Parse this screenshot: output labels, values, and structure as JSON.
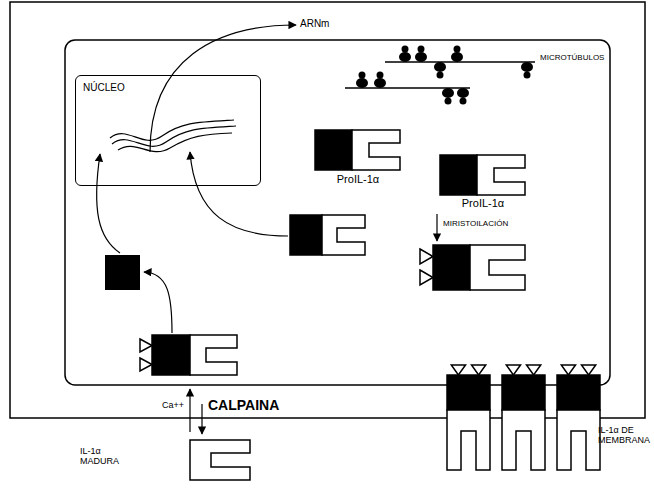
{
  "diagram": {
    "nodes": [
      {
        "text": [
          "NÚCLEO"
        ]
      },
      {
        "text": [
          "ProIL-1α"
        ]
      },
      {
        "text": [
          "ProIL-1α"
        ]
      },
      {
        "text": [
          "IL-1α MADURA"
        ]
      },
      {
        "text": [
          "IL-1α DE MEMBRANA"
        ]
      }
    ],
    "labels": [
      "ARNm",
      "MICROTÚBULOS",
      "MIRISTOILACIÓN",
      "Ca++",
      "CALPAINA"
    ]
  }
}
